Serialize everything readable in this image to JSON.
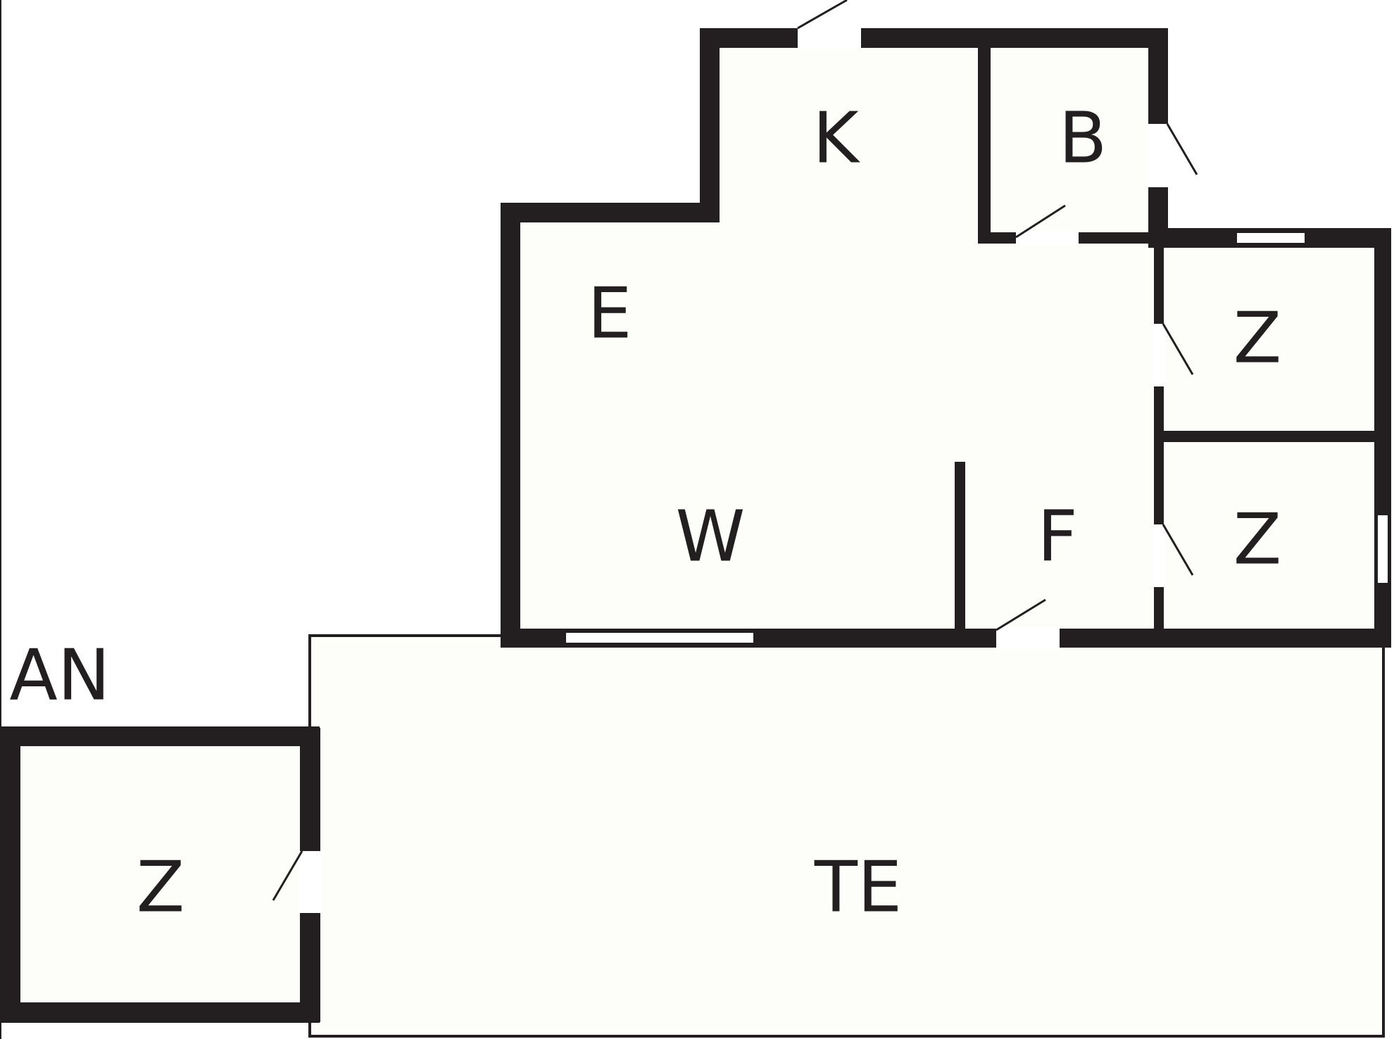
{
  "plan": {
    "colors": {
      "wall": "#231f20",
      "floor": "#fdfef9",
      "opening": "#ffffff",
      "background": "#ffffff"
    },
    "labels": {
      "kitchen": "K",
      "bathroom": "B",
      "entrance": "E",
      "living": "W",
      "hallway": "F",
      "bedroom_upper_right": "Z",
      "bedroom_lower_right": "Z",
      "outbuilding_room": "Z",
      "terrace": "TE",
      "outbuilding": "AN"
    }
  }
}
